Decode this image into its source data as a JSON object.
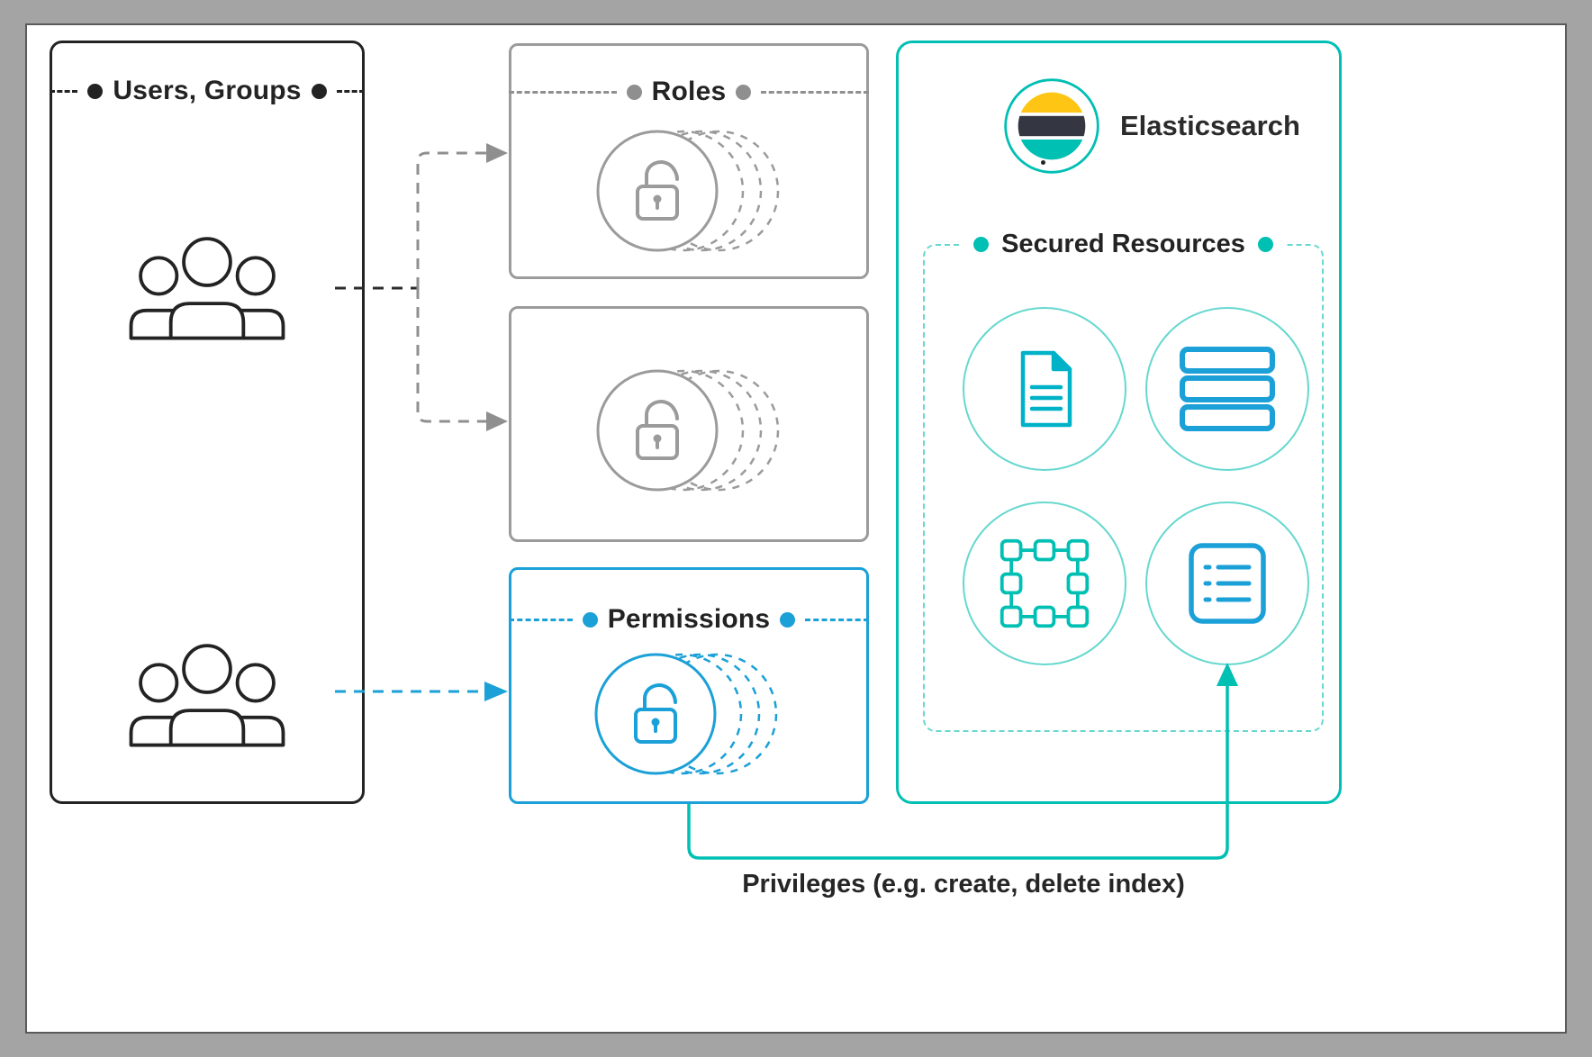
{
  "labels": {
    "users": "Users, Groups",
    "roles": "Roles",
    "permissions": "Permissions",
    "elasticsearch": "Elasticsearch",
    "secured_resources": "Secured Resources",
    "privileges_caption": "Privileges (e.g. create, delete index)"
  },
  "icons": {
    "users_top": "people-group-icon",
    "users_bottom": "people-group-icon",
    "role_lock_1": "open-padlock-icon",
    "role_lock_2": "open-padlock-icon",
    "permissions_lock": "open-padlock-icon",
    "elasticsearch_logo": "elasticsearch-logo-icon",
    "resource_document": "document-icon",
    "resource_index": "stacked-index-icon",
    "resource_cluster": "cluster-nodes-icon",
    "resource_list": "list-icon"
  },
  "colors": {
    "ink": "#232323",
    "gray": "#9b9b9b",
    "blue": "#1ba0d7",
    "teal": "#00bfb3",
    "teal_light": "#66d8cf",
    "doc": "#00b2c8",
    "yellow": "#fec514",
    "dark": "#343741"
  }
}
